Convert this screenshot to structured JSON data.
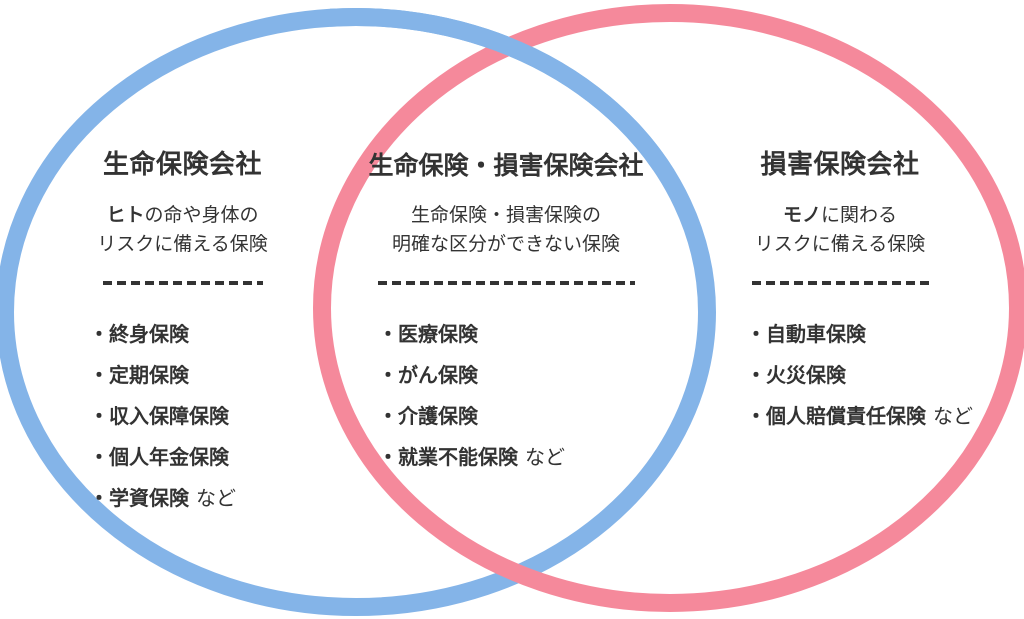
{
  "ui": {
    "bullet": "・"
  },
  "colors": {
    "blue_circle": "#84B4E8",
    "pink_circle": "#F5899B",
    "text": "#333333",
    "background": "#FFFFFF"
  },
  "sections": {
    "life": {
      "title": "生命保険会社",
      "desc_line1_bold": "ヒト",
      "desc_line1_rest": "の命や身体の",
      "desc_line2": "リスクに備える保険",
      "items": [
        {
          "label": "終身保険"
        },
        {
          "label": "定期保険"
        },
        {
          "label": "収入保障保険"
        },
        {
          "label": "個人年金保険"
        },
        {
          "label": "学資保険",
          "suffix": "など"
        }
      ]
    },
    "both": {
      "title": "生命保険・損害保険会社",
      "desc_line1_bold": "",
      "desc_line1_rest": "生命保険・損害保険の",
      "desc_line2": "明確な区分ができない保険",
      "items": [
        {
          "label": "医療保険"
        },
        {
          "label": "がん保険"
        },
        {
          "label": "介護保険"
        },
        {
          "label": "就業不能保険",
          "suffix": "など"
        }
      ]
    },
    "damage": {
      "title": "損害保険会社",
      "desc_line1_bold": "モノ",
      "desc_line1_rest": "に関わる",
      "desc_line2": "リスクに備える保険",
      "items": [
        {
          "label": "自動車保険"
        },
        {
          "label": "火災保険"
        },
        {
          "label": "個人賠償責任保険",
          "suffix": "など"
        }
      ]
    }
  }
}
